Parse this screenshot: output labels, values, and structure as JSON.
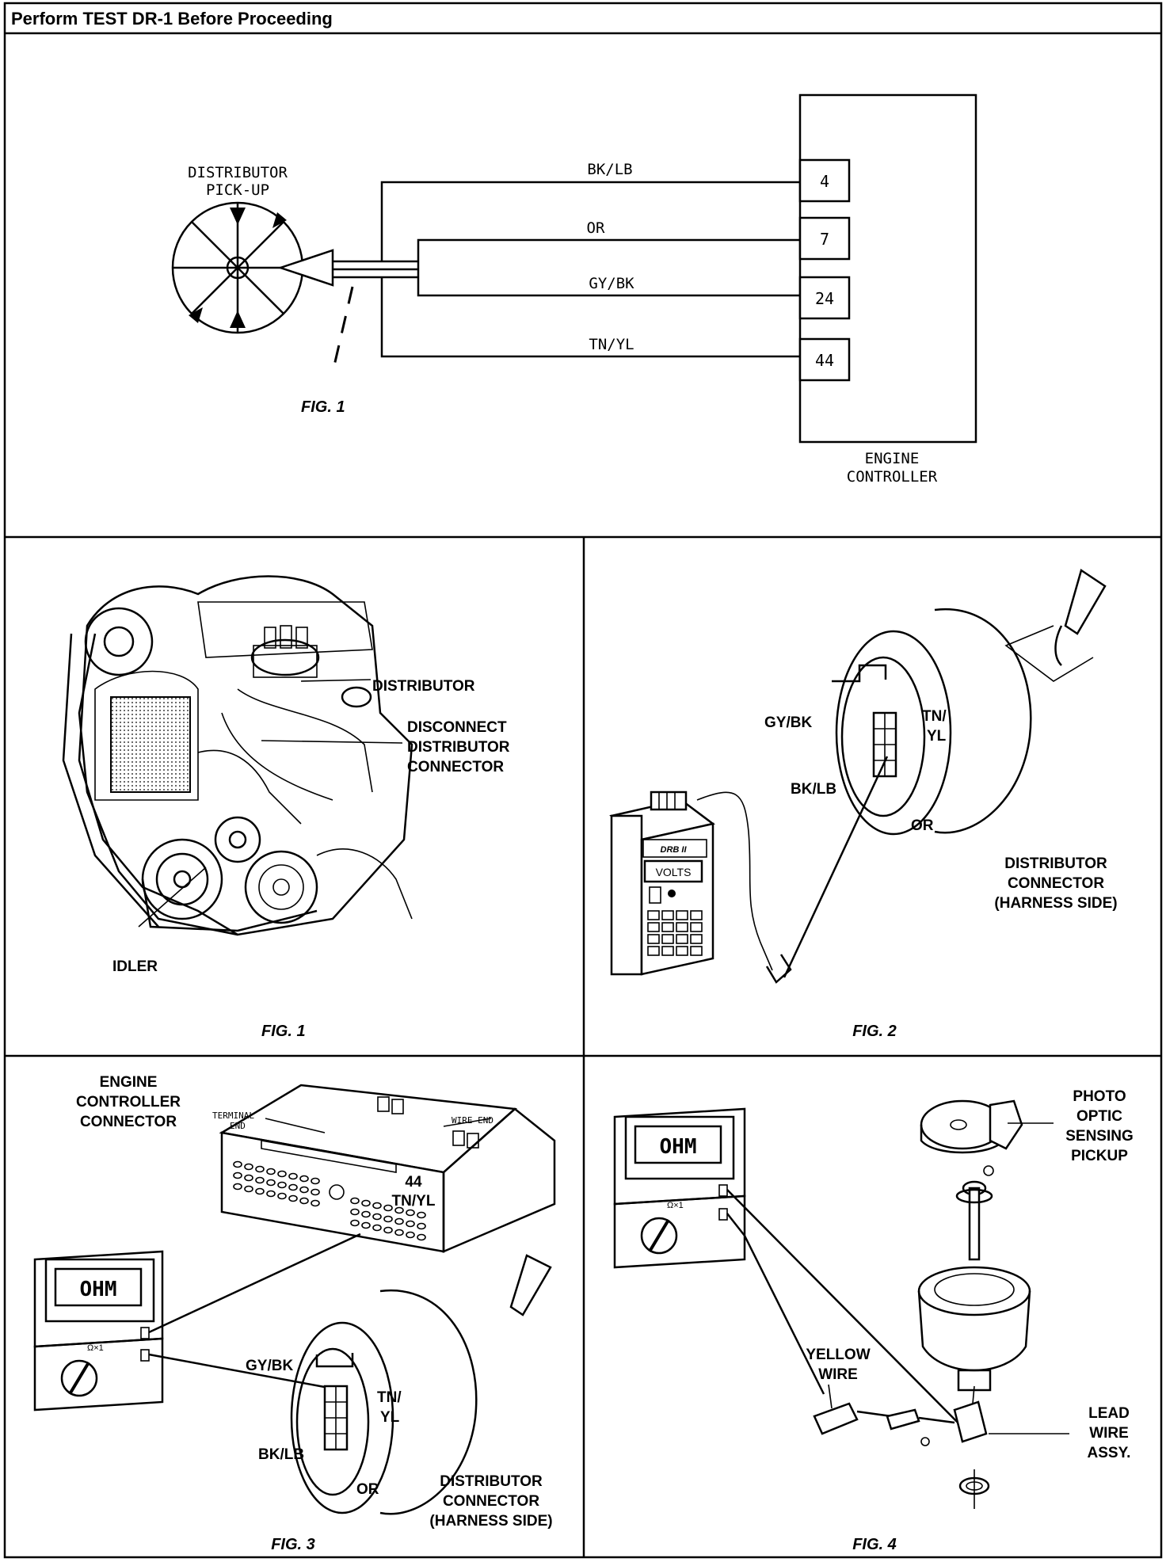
{
  "header": {
    "title": "Perform TEST DR-1 Before Proceeding"
  },
  "schematic": {
    "pickup_label_1": "DISTRIBUTOR",
    "pickup_label_2": "PICK-UP",
    "fig_label": "FIG. 1",
    "controller_label_1": "ENGINE",
    "controller_label_2": "CONTROLLER",
    "wires": [
      {
        "name": "BK/LB",
        "pin": "4"
      },
      {
        "name": "OR",
        "pin": "7"
      },
      {
        "name": "GY/BK",
        "pin": "24"
      },
      {
        "name": "TN/YL",
        "pin": "44"
      }
    ]
  },
  "fig1": {
    "distributor": "DISTRIBUTOR",
    "disconnect_1": "DISCONNECT",
    "disconnect_2": "DISTRIBUTOR",
    "disconnect_3": "CONNECTOR",
    "idler": "IDLER",
    "caption": "FIG. 1"
  },
  "fig2": {
    "gybk": "GY/BK",
    "tn": "TN/",
    "yl": "YL",
    "bklb": "BK/LB",
    "or": "OR",
    "conn_1": "DISTRIBUTOR",
    "conn_2": "CONNECTOR",
    "conn_3": "(HARNESS SIDE)",
    "tool_brand": "DRB II",
    "tool_display": "VOLTS",
    "caption": "FIG. 2"
  },
  "fig3": {
    "ecc_1": "ENGINE",
    "ecc_2": "CONTROLLER",
    "ecc_3": "CONNECTOR",
    "terminal_1": "TERMINAL",
    "terminal_2": "END",
    "wire_end": "WIRE END",
    "pin_1": "44",
    "pin_2": "TN/YL",
    "meter_display": "OHM",
    "meter_range": "Ω×1",
    "gybk": "GY/BK",
    "tn": "TN/",
    "yl": "YL",
    "bklb": "BK/LB",
    "or": "OR",
    "conn_1": "DISTRIBUTOR",
    "conn_2": "CONNECTOR",
    "conn_3": "(HARNESS SIDE)",
    "caption": "FIG. 3"
  },
  "fig4": {
    "meter_display": "OHM",
    "meter_range": "Ω×1",
    "photo_1": "PHOTO",
    "photo_2": "OPTIC",
    "photo_3": "SENSING",
    "photo_4": "PICKUP",
    "yellow_1": "YELLOW",
    "yellow_2": "WIRE",
    "lead_1": "LEAD",
    "lead_2": "WIRE",
    "lead_3": "ASSY.",
    "caption": "FIG. 4"
  }
}
